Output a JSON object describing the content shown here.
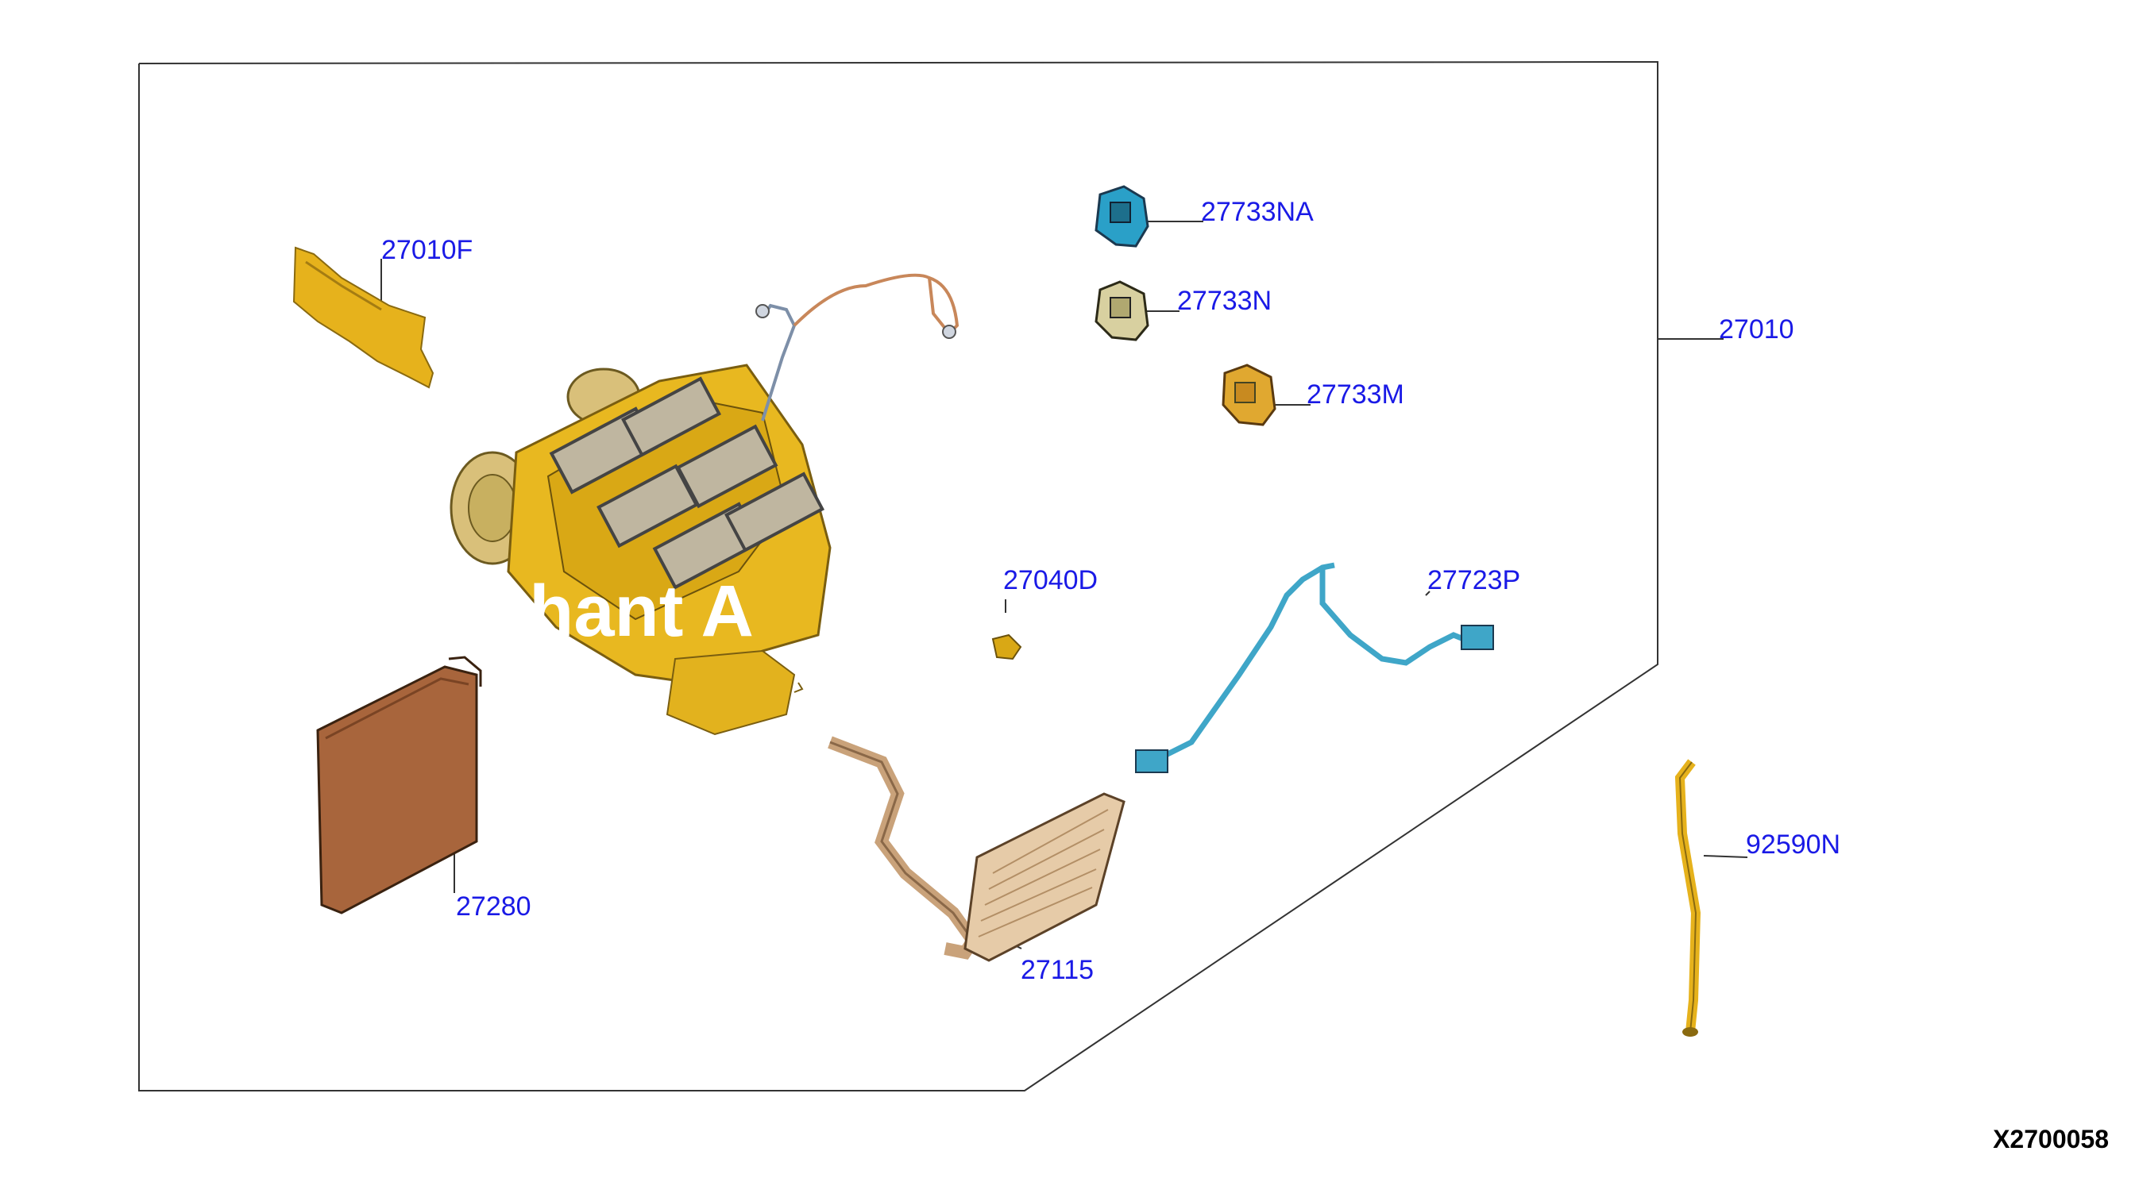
{
  "callouts": {
    "c27010f": "27010F",
    "c27733na": "27733NA",
    "c27733n": "27733N",
    "c27733m": "27733M",
    "c27010": "27010",
    "c27040d": "27040D",
    "c27723p": "27723P",
    "c27280": "27280",
    "c27115": "27115",
    "c92590n": "92590N"
  },
  "watermark": "chant A",
  "diagram_id": "X2700058",
  "colors": {
    "callout_text": "#1a1ae6",
    "part_yellow": "#e8b820",
    "part_copper": "#b7774a",
    "part_blue": "#3fa6c8",
    "frame": "#333333"
  }
}
